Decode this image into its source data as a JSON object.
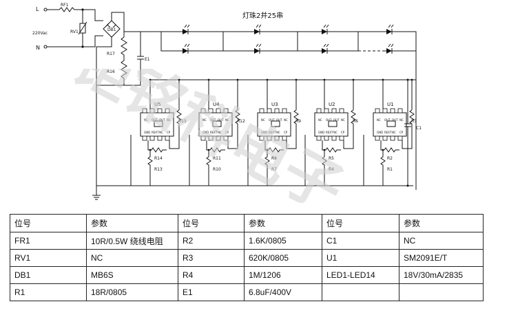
{
  "title": "灯珠2并25串",
  "line_label": "L",
  "neutral_label": "N",
  "voltage_label": "220Vac",
  "components": {
    "fr1": "RF1",
    "rv1": "RV1",
    "db1": "DB1",
    "r17": "R17",
    "r16": "R16",
    "e1": "E1",
    "c1": "C1",
    "r3": "R3",
    "r2": "R2",
    "r1": "R1",
    "r15": "R15",
    "r14": "R14",
    "r13": "R13",
    "r12": "R12",
    "r11": "R11",
    "r10": "R10",
    "r9": "R9",
    "r8": "R8",
    "r7": "R7",
    "r6": "R6",
    "r5": "R5",
    "r4": "R4"
  },
  "chips": [
    {
      "id": "U5",
      "res_side": "R15",
      "res_mid": "R14",
      "res_low": "R13"
    },
    {
      "id": "U4",
      "res_side": "R12",
      "res_mid": "R11",
      "res_low": "R10"
    },
    {
      "id": "U3",
      "res_side": "R9",
      "res_mid": "R8",
      "res_low": "R7"
    },
    {
      "id": "U2",
      "res_side": "R6",
      "res_mid": "R5",
      "res_low": "R4"
    },
    {
      "id": "U1",
      "res_side": "R3",
      "res_mid": "R2",
      "res_low": "R1"
    }
  ],
  "pin_labels_top": [
    "NC",
    "OUT",
    "OUT",
    "NC"
  ],
  "pin_labels_bottom": [
    "GND",
    "REXT",
    "NC",
    "CP"
  ],
  "watermark_text": "钜铭科电子",
  "bom": {
    "headers": [
      "位号",
      "参数",
      "位号",
      "参数",
      "位号",
      "参数"
    ],
    "rows": [
      [
        "FR1",
        "10R/0.5W 绕线电阻",
        "R2",
        "1.6K/0805",
        "C1",
        "NC"
      ],
      [
        "RV1",
        "NC",
        "R3",
        "620K/0805",
        "U1",
        "SM2091E/T"
      ],
      [
        "DB1",
        "MB6S",
        "R4",
        "1M/1206",
        "LED1-LED14",
        "18V/30mA/2835"
      ],
      [
        "R1",
        "18R/0805",
        "E1",
        "6.8uF/400V",
        "",
        ""
      ]
    ]
  }
}
